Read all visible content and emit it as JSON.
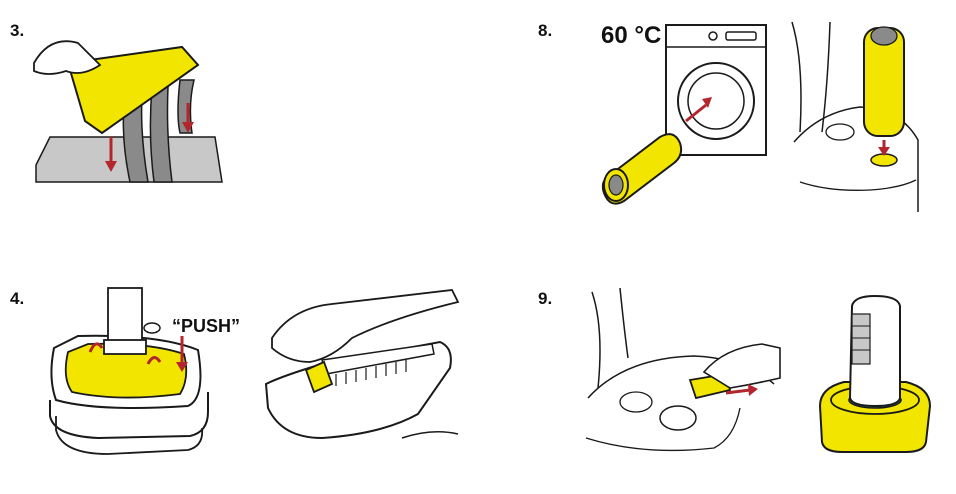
{
  "steps": [
    {
      "number": "3."
    },
    {
      "number": "8.",
      "temperature": "60 °C"
    },
    {
      "number": "4.",
      "push_label": "“PUSH”"
    },
    {
      "number": "9."
    }
  ],
  "colors": {
    "yellow": "#f2e600",
    "arrow": "#b3262e",
    "outline": "#1a1a1a",
    "roller_gray": "#8a8a8a",
    "surface_gray": "#c8c8c8",
    "dock_teal": "#2c8a86"
  }
}
